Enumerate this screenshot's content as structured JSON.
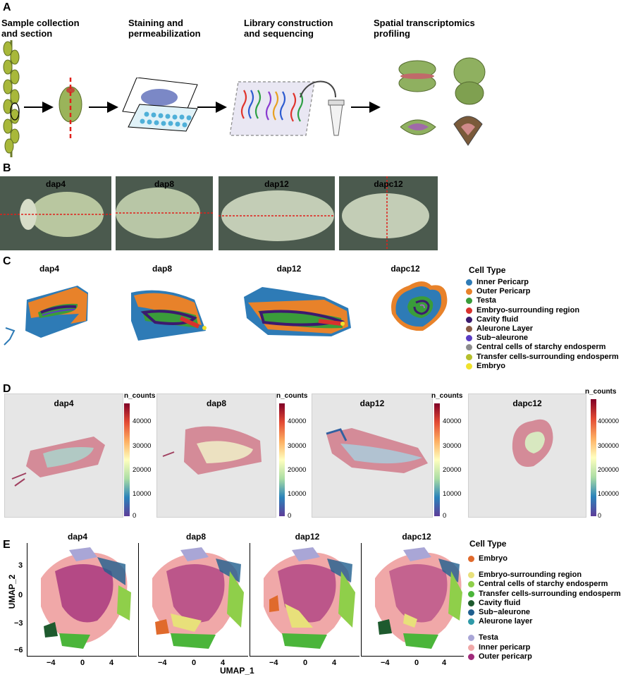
{
  "panels": {
    "a": "A",
    "b": "B",
    "c": "C",
    "d": "D",
    "e": "E"
  },
  "panel_a": {
    "steps": [
      "Sample collection\n and section",
      "Staining and\npermeabilization",
      "Library construction\n and sequencing",
      "Spatial transcriptomics\nprofiling"
    ]
  },
  "panel_b": {
    "labels": [
      "dap4",
      "dap8",
      "dap12",
      "dapc12"
    ]
  },
  "panel_c": {
    "labels": [
      "dap4",
      "dap8",
      "dap12",
      "dapc12"
    ],
    "legend_title": "Cell Type",
    "legend": [
      {
        "label": "Inner Pericarp",
        "color": "#2e7bb6"
      },
      {
        "label": "Outer Pericarp",
        "color": "#e8822a"
      },
      {
        "label": "Testa",
        "color": "#3a9c3a"
      },
      {
        "label": "Embryo-surrounding region",
        "color": "#d8322d"
      },
      {
        "label": "Cavity fluid",
        "color": "#3c1a6e"
      },
      {
        "label": "Aleurone Layer",
        "color": "#8a5a44"
      },
      {
        "label": "Sub−aleurone",
        "color": "#5a3cc4"
      },
      {
        "label": "Central cells of starchy endosperm",
        "color": "#8c8c8c"
      },
      {
        "label": "Transfer cells-surrounding endosperm",
        "color": "#b5bf2c"
      },
      {
        "label": "Embryo",
        "color": "#f0e22c"
      }
    ]
  },
  "panel_d": {
    "labels": [
      "dap4",
      "dap8",
      "dap12",
      "dapc12"
    ],
    "colorbar_title": "n_counts",
    "ticks_small": [
      "40000",
      "30000",
      "20000",
      "10000",
      "0"
    ],
    "ticks_large": [
      "400000",
      "300000",
      "200000",
      "100000",
      "0"
    ]
  },
  "panel_e": {
    "labels": [
      "dap4",
      "dap8",
      "dap12",
      "dapc12"
    ],
    "y_title": "UMAP_2",
    "x_title": "UMAP_1",
    "y_ticks": [
      "3",
      "0",
      "−3",
      "−6"
    ],
    "x_ticks": [
      "−4",
      "0",
      "4"
    ],
    "legend_title": "Cell Type",
    "legend_groups": [
      [
        {
          "label": "Embryo",
          "color": "#e06a2c"
        }
      ],
      [
        {
          "label": "Embryo-surrounding region",
          "color": "#e8e07a"
        },
        {
          "label": "Central cells of starchy endosperm",
          "color": "#8fcf4a"
        },
        {
          "label": "Transfer cells-surrounding endosperm",
          "color": "#4bb53a"
        },
        {
          "label": "Cavity fluid",
          "color": "#1e5a2e"
        },
        {
          "label": "Sub−aleurone",
          "color": "#1f5f8f"
        },
        {
          "label": "Aleurone layer",
          "color": "#2f9aa8"
        }
      ],
      [
        {
          "label": "Testa",
          "color": "#a9a6d6"
        },
        {
          "label": "Inner pericarp",
          "color": "#f0a8a8"
        },
        {
          "label": "Outer pericarp",
          "color": "#a02a7a"
        }
      ]
    ]
  }
}
